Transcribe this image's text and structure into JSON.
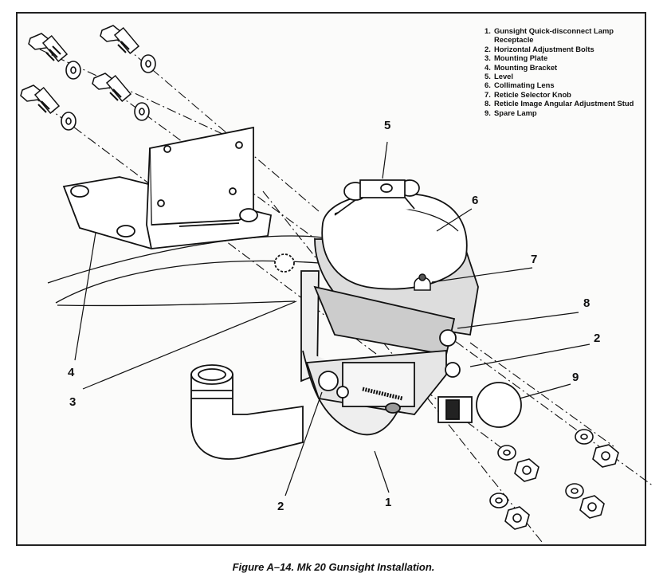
{
  "legend": [
    {
      "num": "1.",
      "text": "Gunsight Quick-disconnect Lamp Receptacle"
    },
    {
      "num": "2.",
      "text": "Horizontal Adjustment Bolts"
    },
    {
      "num": "3.",
      "text": "Mounting Plate"
    },
    {
      "num": "4.",
      "text": "Mounting Bracket"
    },
    {
      "num": "5.",
      "text": "Level"
    },
    {
      "num": "6.",
      "text": "Collimating Lens"
    },
    {
      "num": "7.",
      "text": "Reticle Selector Knob"
    },
    {
      "num": "8.",
      "text": "Reticle Image Angular Adjustment Stud"
    },
    {
      "num": "9.",
      "text": "Spare Lamp"
    }
  ],
  "callouts": {
    "c1": "1",
    "c2a": "2",
    "c2b": "2",
    "c3": "3",
    "c4": "4",
    "c5": "5",
    "c6": "6",
    "c7": "7",
    "c8": "8",
    "c9": "9"
  },
  "caption": "Figure A–14. Mk 20 Gunsight Installation."
}
